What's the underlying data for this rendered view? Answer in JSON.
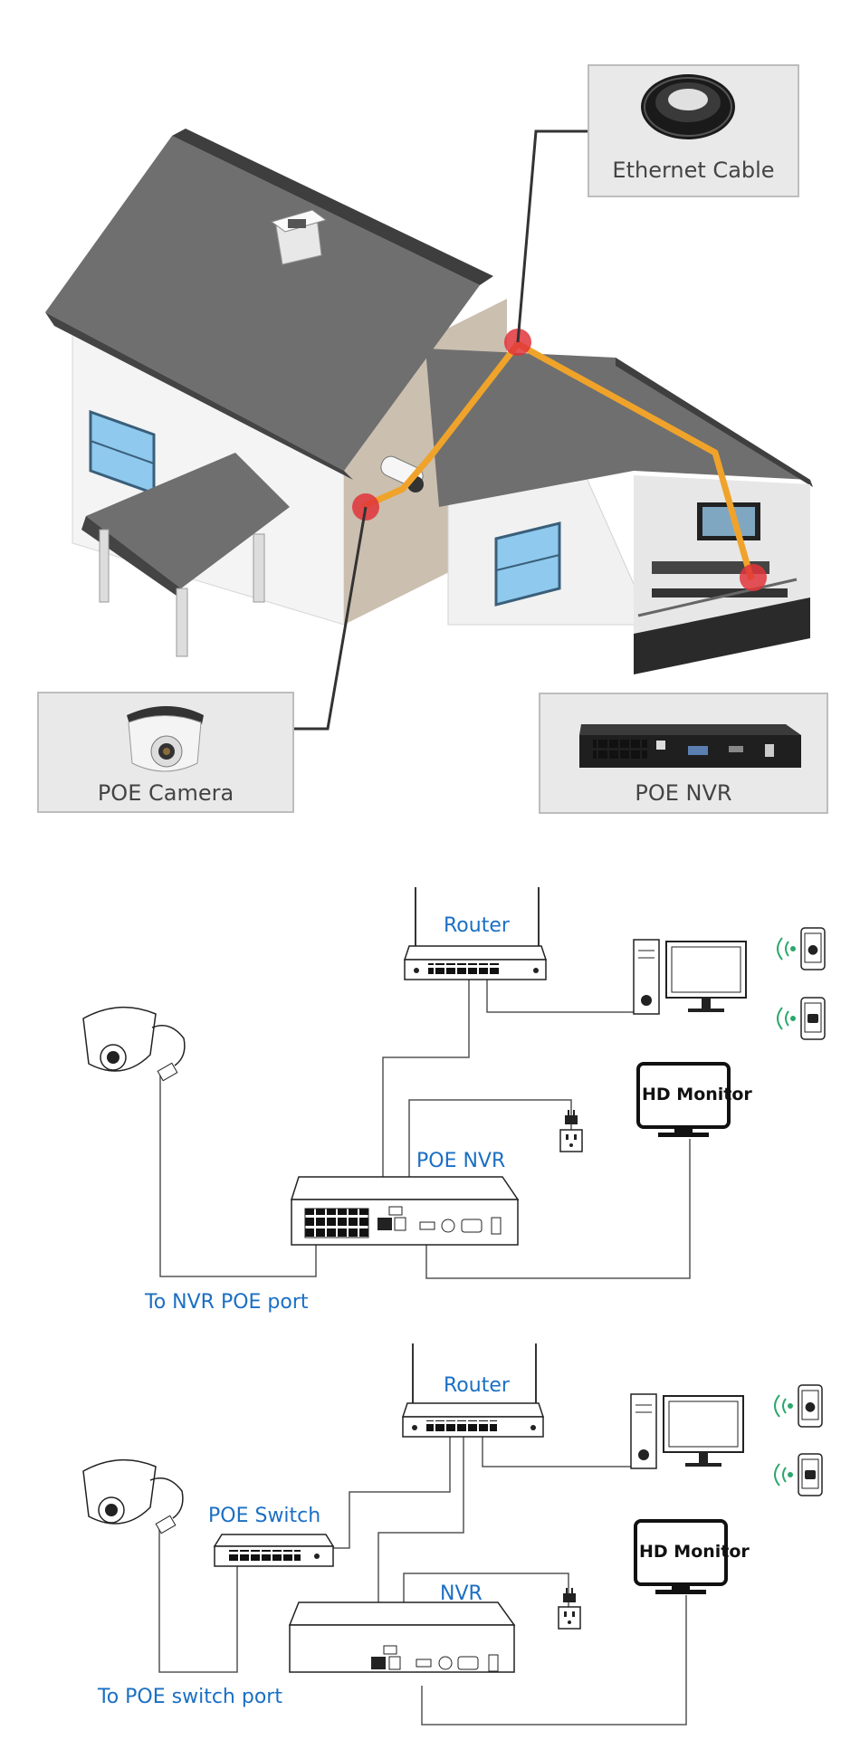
{
  "house_section": {
    "ethernet_cable_label": "Ethernet Cable",
    "poe_camera_label": "POE Camera",
    "poe_nvr_label": "POE NVR",
    "cable_color": "#f0a32a",
    "marker_color": "#e0343a",
    "roof_color": "#6f6f6f",
    "wall_color": "#f4f4f4",
    "window_color": "#8fc9ee"
  },
  "diagram_poe_nvr": {
    "router_label": "Router",
    "hd_monitor_label": "HD Monitor",
    "nvr_label": "POE NVR",
    "port_caption": "To NVR POE port"
  },
  "diagram_poe_switch": {
    "router_label": "Router",
    "hd_monitor_label": "HD Monitor",
    "switch_label": "POE Switch",
    "nvr_label": "NVR",
    "port_caption": "To POE switch port"
  },
  "colors": {
    "label_blue": "#1b6fc4",
    "wifi_green": "#2aa86b",
    "caption_box": "#e9e9e9"
  },
  "icons": [
    "apple-icon",
    "android-icon",
    "wifi-signal-icon",
    "power-plug-icon",
    "power-outlet-icon"
  ]
}
